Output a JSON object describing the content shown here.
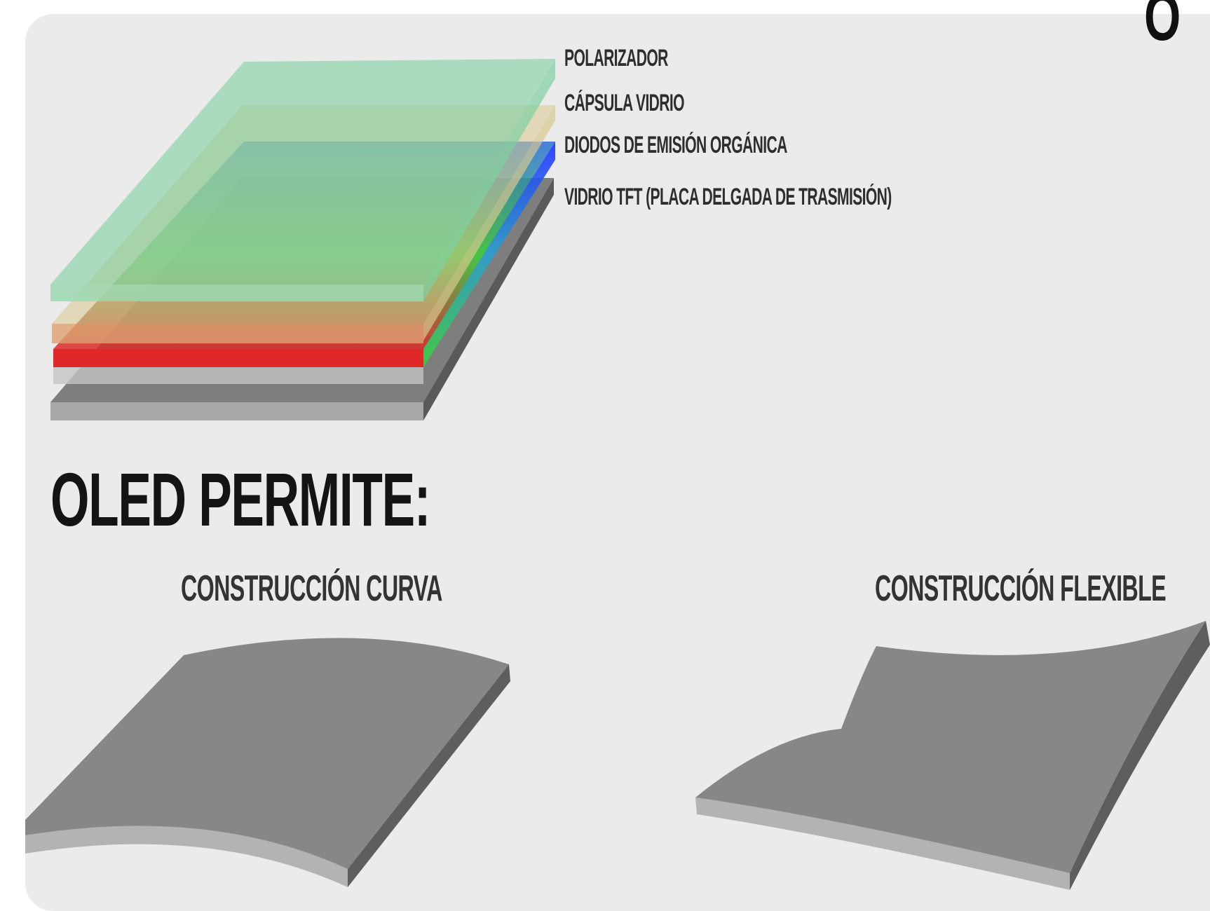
{
  "layers": {
    "polarizador": "POLARIZADOR",
    "capsula": "CÁPSULA VIDRIO",
    "diodos": "DIODOS DE EMISIÓN ORGÁNICA",
    "vidrio_tft": "VIDRIO TFT (PLACA DELGADA DE TRASMISIÓN)"
  },
  "heading": "OLED PERMITE:",
  "construction": {
    "curva": "CONSTRUCCIÓN CURVA",
    "flexible": "CONSTRUCCIÓN FLEXIBLE"
  },
  "corner_fragment": "O",
  "colors": {
    "background": "#ebebeb",
    "polarizer": "#7fd0a0",
    "capsule": "#d8c890",
    "diodes_red": "#e02828",
    "diodes_green": "#3ccf3c",
    "diodes_blue": "#2030ff",
    "tft_glass": "#7a7a7a",
    "panel": "#878787"
  }
}
